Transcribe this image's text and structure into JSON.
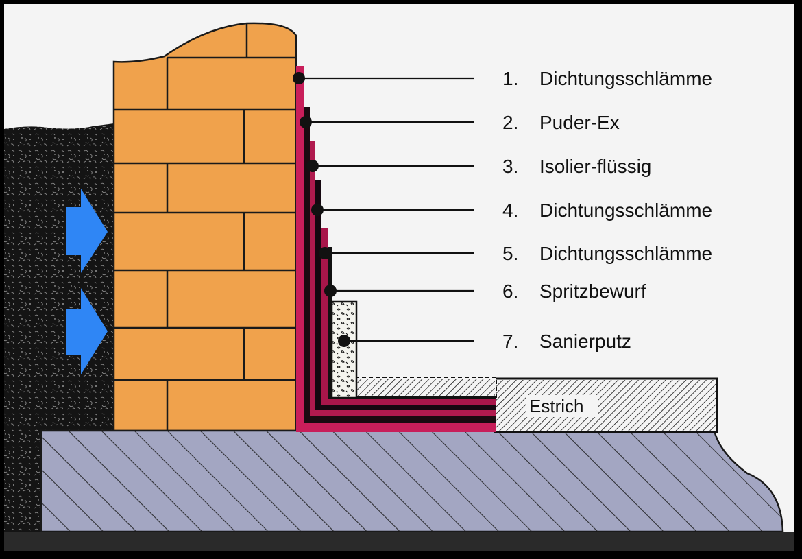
{
  "diagram": {
    "layers": [
      {
        "number": "1.",
        "name": "Dichtungsschlämme"
      },
      {
        "number": "2.",
        "name": "Puder-Ex"
      },
      {
        "number": "3.",
        "name": "Isolier-flüssig"
      },
      {
        "number": "4.",
        "name": "Dichtungsschlämme"
      },
      {
        "number": "5.",
        "name": "Dichtungsschlämme"
      },
      {
        "number": "6.",
        "name": "Spritzbewurf"
      },
      {
        "number": "7.",
        "name": "Sanierputz"
      }
    ],
    "screed_label": "Estrich",
    "colors": {
      "background": "#000000",
      "frame": "#f4f4f4",
      "brick": "#f0a24c",
      "soil": "#1a1a1a",
      "arrow": "#2f86f5",
      "sealing": "#c81e5a",
      "foundation": "#a3a6c2",
      "bottom_bar": "#2a2a2a"
    },
    "icons": [
      "water-pressure-arrow-icon",
      "water-pressure-arrow-icon"
    ]
  }
}
